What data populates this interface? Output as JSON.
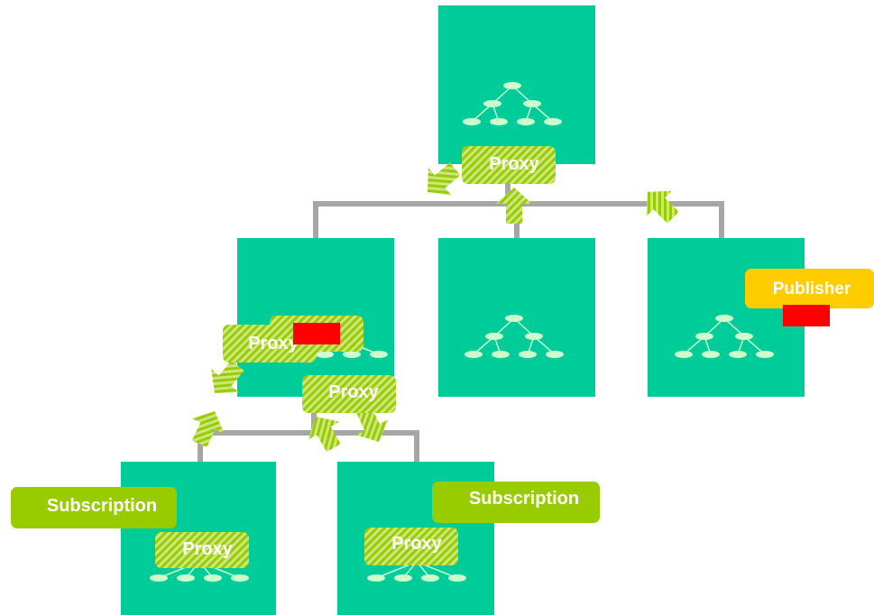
{
  "labels": {
    "proxy": "Proxy",
    "publisher": "Publisher",
    "subscription": "Subscription"
  },
  "colors": {
    "node": "#00CC99",
    "connector": "#A6A6A6",
    "tree": "#CCFFCC",
    "proxy_hatch": "#99CC00",
    "proxy_bg": "#CCE680",
    "publisher": "#FFCC00",
    "subscription": "#99CC00",
    "marker": "#FF0000"
  }
}
